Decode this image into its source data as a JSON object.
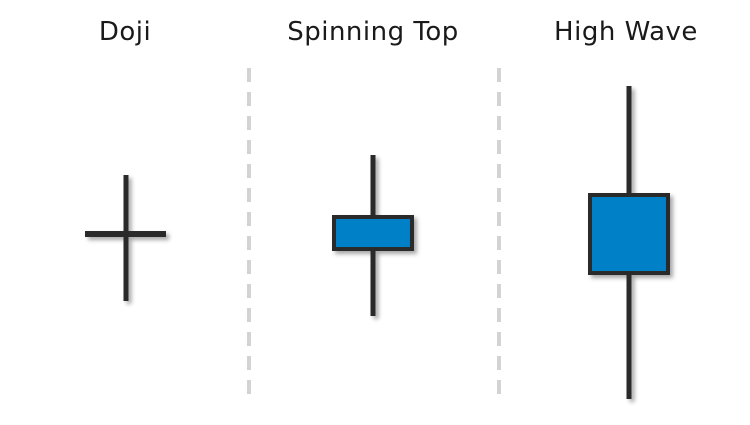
{
  "patterns": [
    {
      "label": "Doji"
    },
    {
      "label": "Spinning Top"
    },
    {
      "label": "High Wave"
    }
  ],
  "colors": {
    "body_fill": "#0080C6",
    "outline": "#2b2b2b",
    "divider": "#d3d3d3",
    "text": "#1a1a1a"
  }
}
